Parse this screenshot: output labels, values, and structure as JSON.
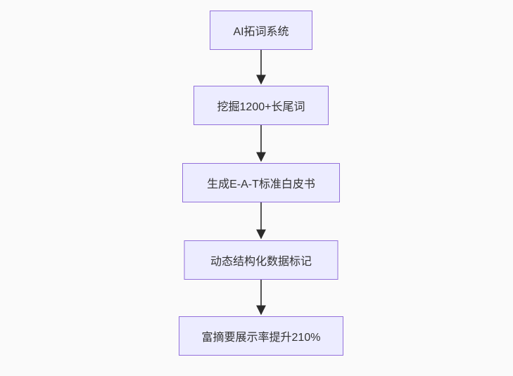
{
  "diagram": {
    "type": "flowchart",
    "direction": "top-down",
    "background_color": "#fafafa",
    "node_fill_color": "#ececff",
    "node_border_color": "#9370db",
    "text_color": "#333333",
    "arrow_line_color": "#555555",
    "arrow_head_color": "#2b2b2b",
    "nodes": [
      {
        "id": "n1",
        "label": "AI拓词系统"
      },
      {
        "id": "n2",
        "label": "挖掘1200+长尾词"
      },
      {
        "id": "n3",
        "label": "生成E-A-T标准白皮书"
      },
      {
        "id": "n4",
        "label": "动态结构化数据标记"
      },
      {
        "id": "n5",
        "label": "富摘要展示率提升210%"
      }
    ],
    "edges": [
      {
        "from": "n1",
        "to": "n2"
      },
      {
        "from": "n2",
        "to": "n3"
      },
      {
        "from": "n3",
        "to": "n4"
      },
      {
        "from": "n4",
        "to": "n5"
      }
    ]
  }
}
